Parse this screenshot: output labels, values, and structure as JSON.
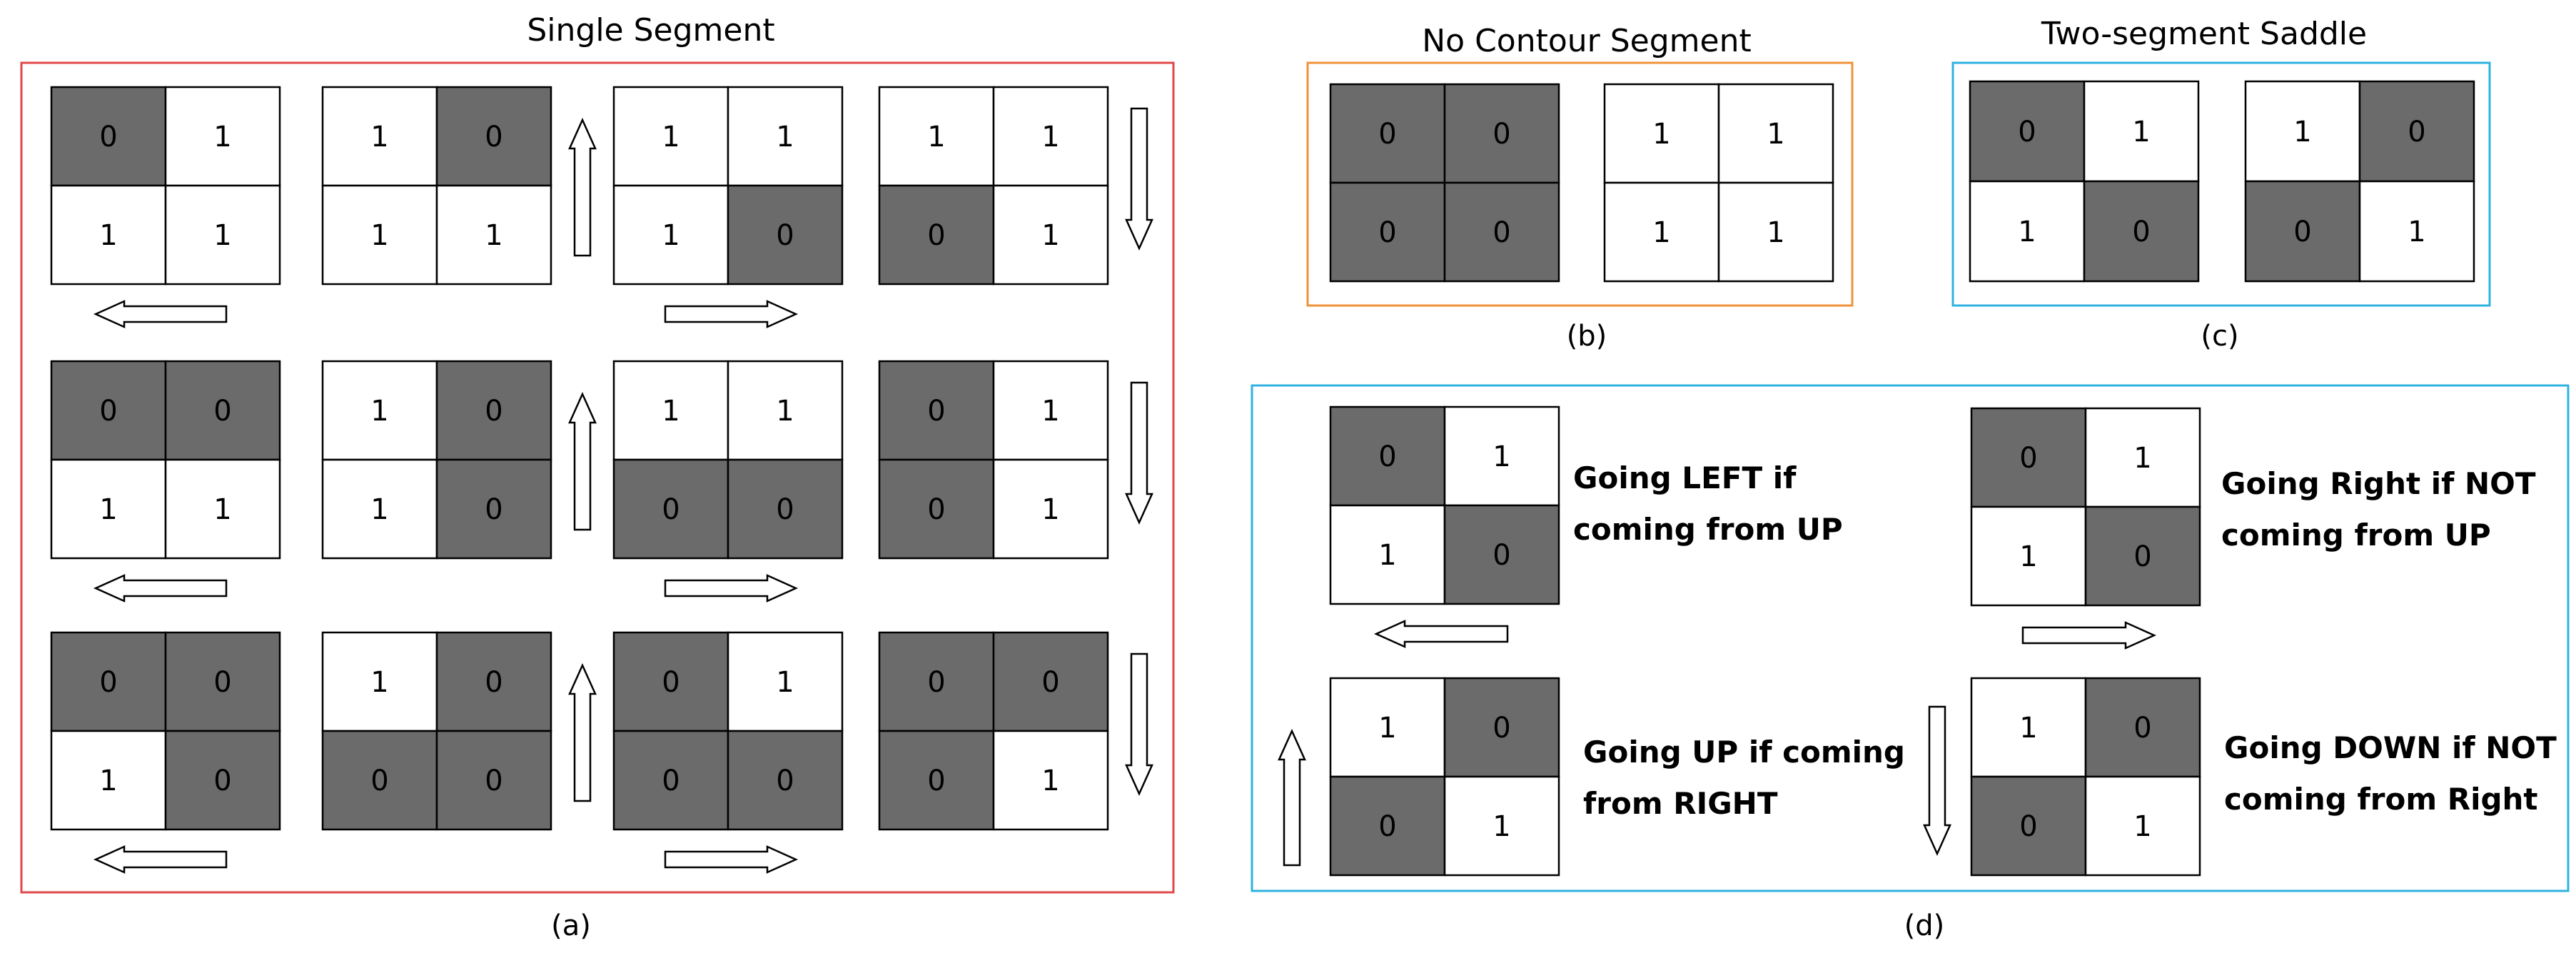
{
  "colors": {
    "filled_cell": "#6b6b6b",
    "empty_cell": "#ffffff",
    "panel_a_border": "#e04848",
    "panel_b_border": "#f0923a",
    "panel_c_border": "#2fb2e0",
    "panel_d_border": "#2fb2e0"
  },
  "panel_a": {
    "title": "Single Segment",
    "caption": "(a)",
    "grids": [
      {
        "values": [
          "0",
          "1",
          "1",
          "1"
        ],
        "arrow": "left"
      },
      {
        "values": [
          "1",
          "0",
          "1",
          "1"
        ],
        "arrow": "up"
      },
      {
        "values": [
          "1",
          "1",
          "1",
          "0"
        ],
        "arrow": "right"
      },
      {
        "values": [
          "1",
          "1",
          "0",
          "1"
        ],
        "arrow": "down"
      },
      {
        "values": [
          "0",
          "0",
          "1",
          "1"
        ],
        "arrow": "left"
      },
      {
        "values": [
          "1",
          "0",
          "1",
          "0"
        ],
        "arrow": "up"
      },
      {
        "values": [
          "1",
          "1",
          "0",
          "0"
        ],
        "arrow": "right"
      },
      {
        "values": [
          "0",
          "1",
          "0",
          "1"
        ],
        "arrow": "down"
      },
      {
        "values": [
          "0",
          "0",
          "1",
          "0"
        ],
        "arrow": "left"
      },
      {
        "values": [
          "1",
          "0",
          "0",
          "0"
        ],
        "arrow": "up"
      },
      {
        "values": [
          "0",
          "1",
          "0",
          "0"
        ],
        "arrow": "right"
      },
      {
        "values": [
          "0",
          "0",
          "0",
          "1"
        ],
        "arrow": "down"
      }
    ]
  },
  "panel_b": {
    "title": "No Contour Segment",
    "caption": "(b)",
    "grids": [
      {
        "values": [
          "0",
          "0",
          "0",
          "0"
        ]
      },
      {
        "values": [
          "1",
          "1",
          "1",
          "1"
        ]
      }
    ]
  },
  "panel_c": {
    "title": "Two-segment Saddle",
    "caption": "(c)",
    "grids": [
      {
        "values": [
          "0",
          "1",
          "1",
          "0"
        ]
      },
      {
        "values": [
          "1",
          "0",
          "0",
          "1"
        ]
      }
    ]
  },
  "panel_d": {
    "caption": "(d)",
    "items": [
      {
        "values": [
          "0",
          "1",
          "1",
          "0"
        ],
        "arrow": "left",
        "line1": "Going LEFT if",
        "line2": "coming from  UP"
      },
      {
        "values": [
          "0",
          "1",
          "1",
          "0"
        ],
        "arrow": "right",
        "line1": "Going Right if NOT",
        "line2": "coming from UP"
      },
      {
        "values": [
          "1",
          "0",
          "0",
          "1"
        ],
        "arrow": "up",
        "line1": "Going UP if coming",
        "line2": "from RIGHT"
      },
      {
        "values": [
          "1",
          "0",
          "0",
          "1"
        ],
        "arrow": "down",
        "line1": "Going DOWN if NOT",
        "line2": "coming from Right"
      }
    ]
  }
}
